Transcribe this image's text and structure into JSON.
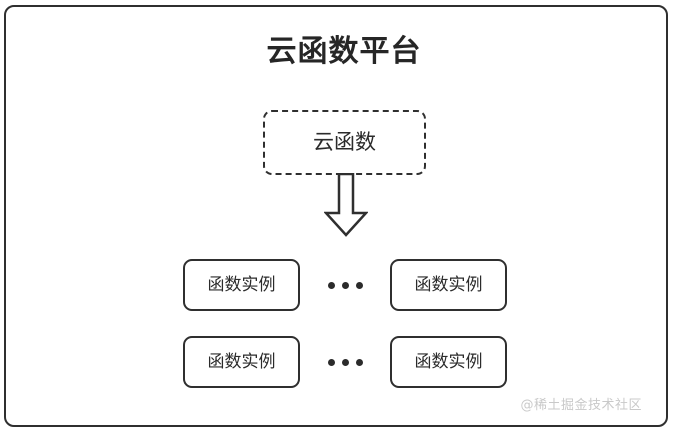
{
  "diagram": {
    "title": "云函数平台",
    "cloud_function": {
      "label": "云函数",
      "style": "dashed"
    },
    "arrow": {
      "icon": "arrow-down-block",
      "direction": "down"
    },
    "instance_rows": [
      {
        "left_box": "函数实例",
        "separator": "···",
        "right_box": "函数实例"
      },
      {
        "left_box": "函数实例",
        "separator": "···",
        "right_box": "函数实例"
      }
    ],
    "watermark": "@稀土掘金技术社区",
    "colors": {
      "stroke": "#2f2f2f",
      "text": "#2b2b2b",
      "title": "#262626",
      "background": "#ffffff",
      "watermark": "#c9c9c9"
    }
  }
}
